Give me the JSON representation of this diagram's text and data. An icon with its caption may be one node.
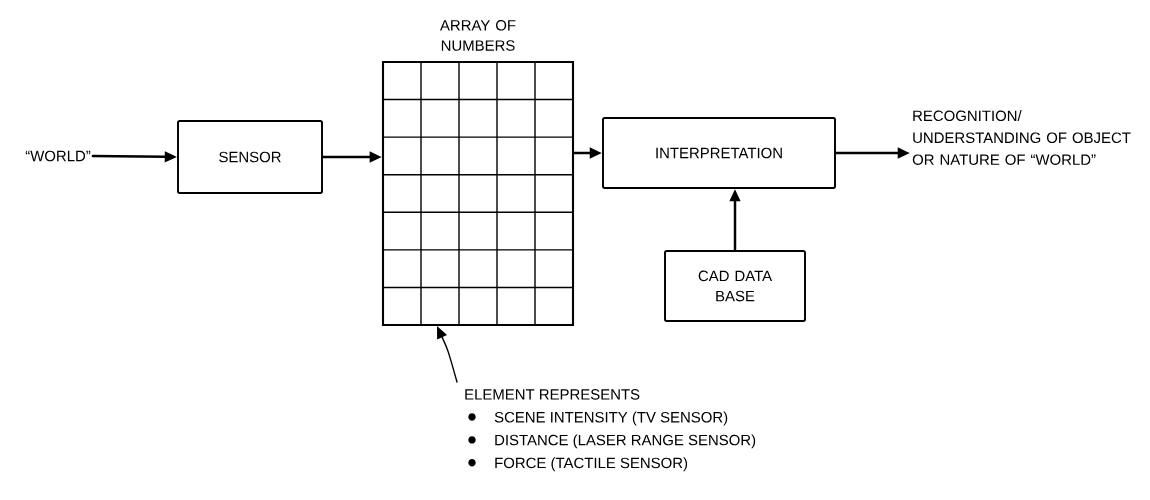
{
  "diagram": {
    "nodes": [
      {
        "text": [
          "“WORLD”"
        ]
      },
      {
        "text": [
          "SENSOR"
        ]
      },
      {
        "text": [
          "ARRAY OF NUMBERS"
        ]
      },
      {
        "text": [
          "INTERPRETATION"
        ]
      },
      {
        "text": [
          "CAD DATA BASE"
        ]
      },
      {
        "text": [
          "RECOGNITION/ UNDERSTANDING OF OBJECT OR NATURE OF “WORLD”"
        ]
      },
      {
        "text": [
          "ELEMENT REPRESENTS",
          "SCENE INTENSITY (TV SENSOR)",
          "DISTANCE (LASER RANGE SENSOR)",
          "FORCE (TACTILE SENSOR)"
        ]
      }
    ],
    "edges": [
      {
        "from": 0,
        "to": 1,
        "arrow": "to"
      },
      {
        "from": 1,
        "to": 2,
        "arrow": "to"
      },
      {
        "from": 2,
        "to": 3,
        "arrow": "to"
      },
      {
        "from": 4,
        "to": 3,
        "arrow": "to"
      },
      {
        "from": 3,
        "to": 5,
        "arrow": "to"
      },
      {
        "from": 6,
        "to": 2,
        "arrow": "to"
      }
    ]
  }
}
